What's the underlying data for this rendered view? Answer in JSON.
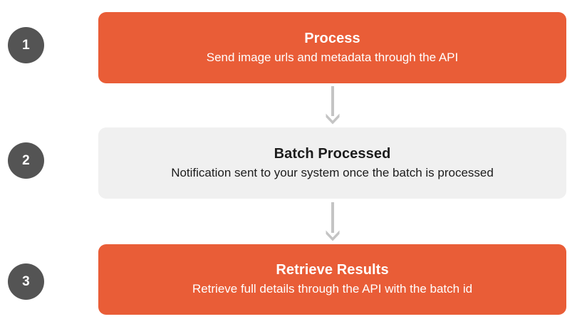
{
  "diagram": {
    "type": "flow",
    "orientation": "vertical",
    "colors": {
      "accent": "#E95D37",
      "neutral_card": "#F0F0F0",
      "badge": "#545454",
      "arrow": "#C4C4C4",
      "text_on_accent": "#FFFFFF",
      "text_on_neutral": "#1C1C1C",
      "background": "#FFFFFF"
    },
    "steps": [
      {
        "number": "1",
        "title": "Process",
        "subtitle": "Send image urls and metadata through the API",
        "style": "accent"
      },
      {
        "number": "2",
        "title": "Batch Processed",
        "subtitle": "Notification sent to your system once the batch is processed",
        "style": "neutral"
      },
      {
        "number": "3",
        "title": "Retrieve Results",
        "subtitle": "Retrieve full details through the API with the batch id",
        "style": "accent"
      }
    ],
    "connectors": [
      {
        "from": "1",
        "to": "2",
        "icon": "arrow-down-icon"
      },
      {
        "from": "2",
        "to": "3",
        "icon": "arrow-down-icon"
      }
    ]
  }
}
